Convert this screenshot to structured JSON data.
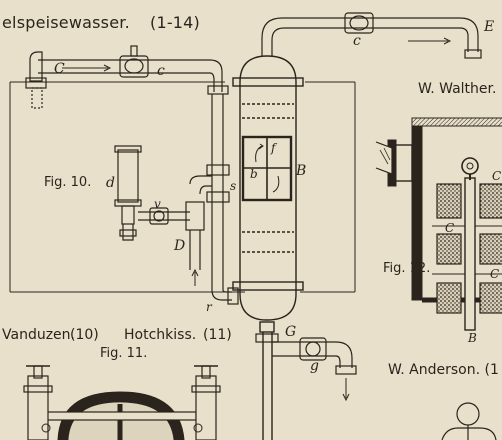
{
  "header": {
    "title": "elspeisewasser.",
    "title_ref": "(1-14)"
  },
  "captions": {
    "vanduzen": "Vanduzen.",
    "vanduzen_ref": "(10)",
    "hotchkiss": "Hotchkiss.",
    "hotchkiss_ref": "(11)",
    "walther": "W. Walther.",
    "anderson": "W. Anderson. (1"
  },
  "figures": {
    "fig10": "Fig. 10.",
    "fig11": "Fig. 11.",
    "fig12": "Fig. 12."
  },
  "part_labels": {
    "c_left": "C",
    "c_pipe": "c",
    "c_top": "c",
    "e": "E",
    "d": "d",
    "v": "v",
    "D": "D",
    "s": "s",
    "f": "f",
    "b": "b",
    "B": "B",
    "r": "r",
    "G": "G",
    "g": "g",
    "C12a": "C",
    "C12b": "C",
    "C12c": "C",
    "B12": "B"
  },
  "colors": {
    "paper": "#e9e0cb",
    "ink": "#2a241c",
    "hatch": "#4a4136"
  }
}
